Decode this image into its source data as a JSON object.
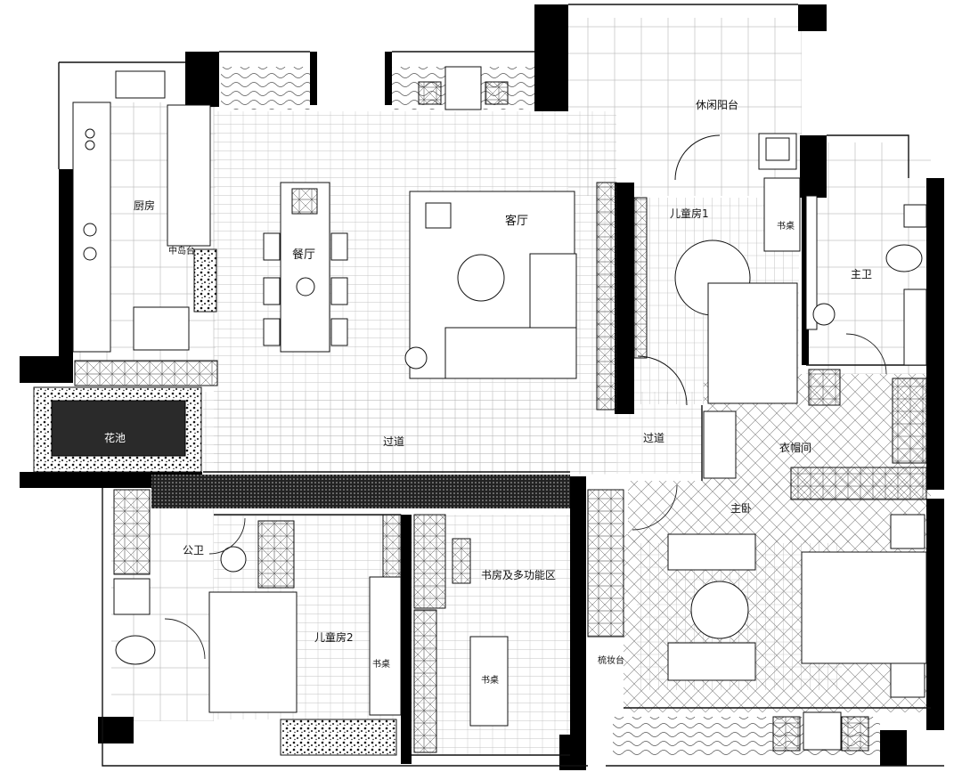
{
  "rooms": {
    "balcony": "休闲阳台",
    "kitchen": "厨房",
    "island": "中岛台",
    "dining": "餐厅",
    "living": "客厅",
    "kids_room_1": "儿童房1",
    "desk_1": "书桌",
    "master_bath": "主卫",
    "corridor_left": "过道",
    "corridor_right": "过道",
    "closet": "衣帽间",
    "master_bedroom": "主卧",
    "public_bath": "公卫",
    "kids_room_2": "儿童房2",
    "desk_2": "书桌",
    "study": "书房及多功能区",
    "desk_3": "书桌",
    "vanity": "梳妆台",
    "planter": "花池"
  },
  "colors": {
    "wall": "#000000",
    "line": "#222222",
    "floor": "#ffffff"
  }
}
